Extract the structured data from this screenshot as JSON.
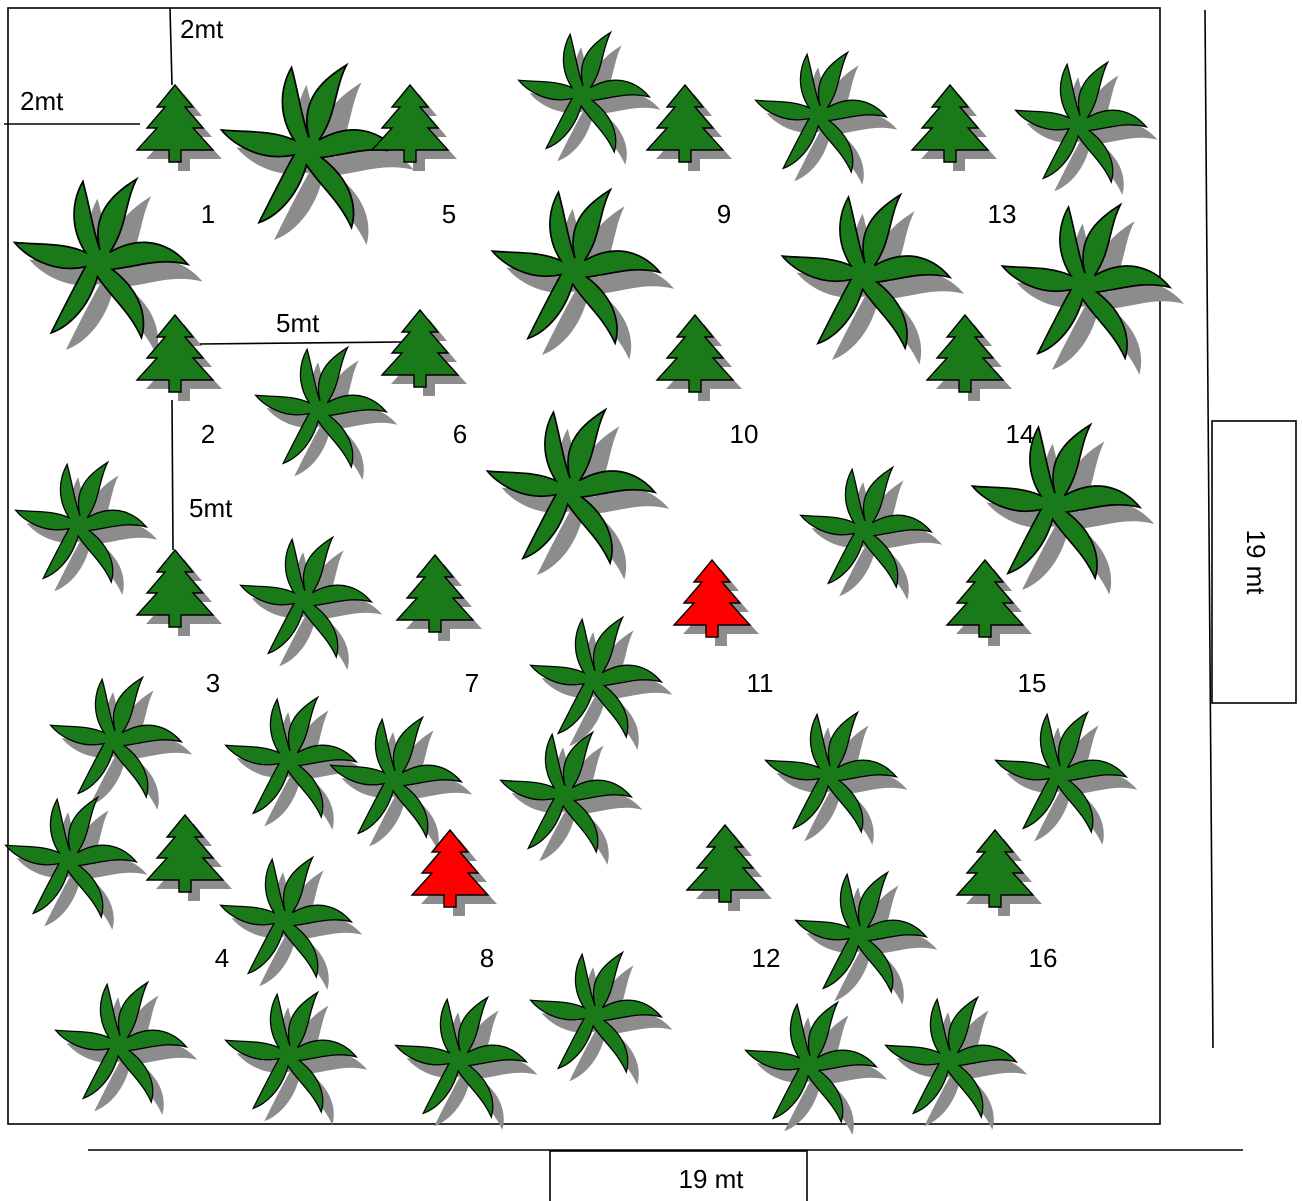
{
  "dimensions": {
    "top_left_horizontal_offset": "2mt",
    "top_left_vertical_offset": "2mt",
    "spacing_horizontal": "5mt",
    "spacing_vertical": "5mt",
    "plot_width": "19 mt",
    "plot_height": "19 mt"
  },
  "colors": {
    "pine_standard": "#1a7a1a",
    "pine_highlighted": "#ff0000",
    "shrub": "#1a7a1a",
    "shadow": "#8c8c8c",
    "outline": "#000000"
  },
  "icon_names": [
    "pine-tree-icon",
    "shrub-icon"
  ],
  "pines": [
    {
      "number": "1",
      "highlighted": false
    },
    {
      "number": "2",
      "highlighted": false
    },
    {
      "number": "3",
      "highlighted": false
    },
    {
      "number": "4",
      "highlighted": false
    },
    {
      "number": "5",
      "highlighted": false
    },
    {
      "number": "6",
      "highlighted": false
    },
    {
      "number": "7",
      "highlighted": false
    },
    {
      "number": "8",
      "highlighted": true
    },
    {
      "number": "9",
      "highlighted": false
    },
    {
      "number": "10",
      "highlighted": false
    },
    {
      "number": "11",
      "highlighted": true
    },
    {
      "number": "12",
      "highlighted": false
    },
    {
      "number": "13",
      "highlighted": false
    },
    {
      "number": "14",
      "highlighted": false
    },
    {
      "number": "15",
      "highlighted": false
    },
    {
      "number": "16",
      "highlighted": false
    }
  ]
}
